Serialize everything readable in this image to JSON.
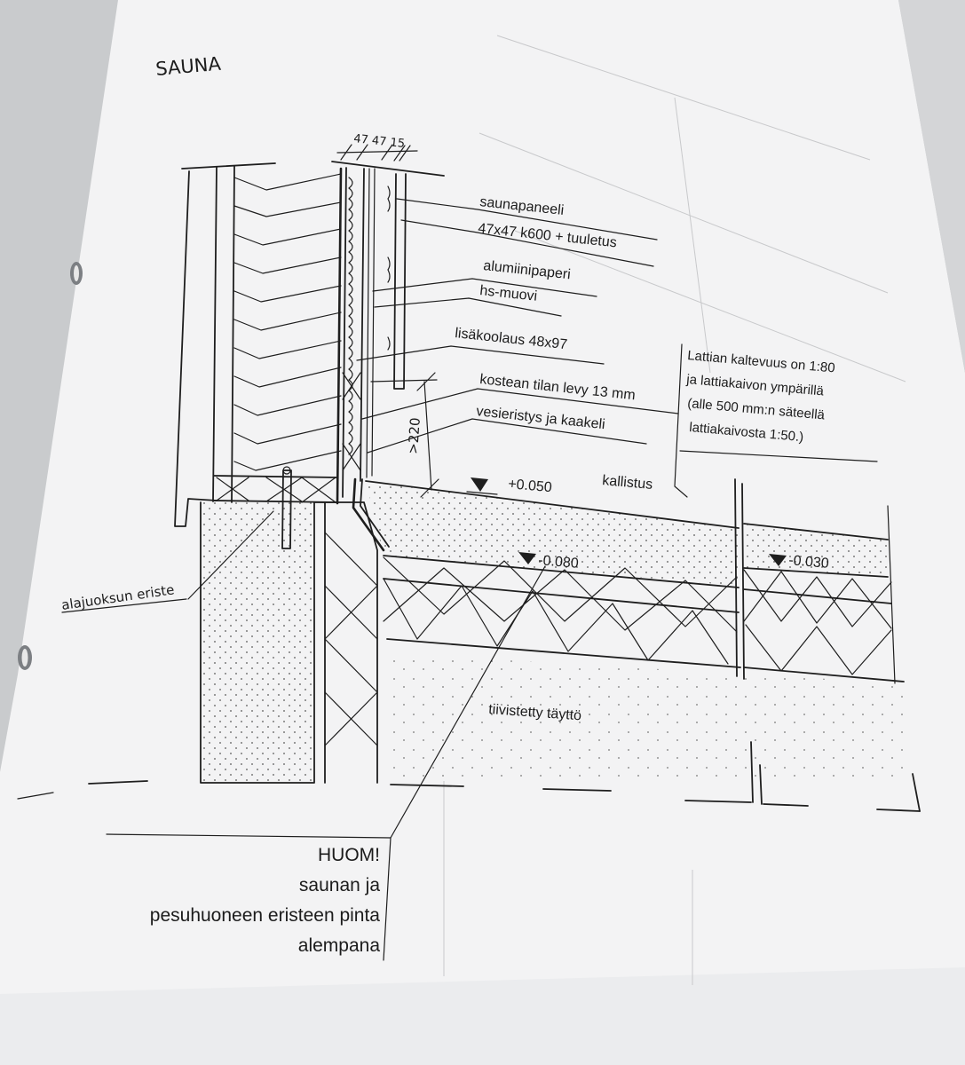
{
  "drawing": {
    "title": "SAUNA",
    "dimension": "47 47 15",
    "layers": [
      "saunapaneeli",
      "47x47 k600 + tuuletus",
      "alumiinipaperi",
      "hs-muovi",
      "lisäkoolaus 48x97",
      "kostean tilan levy 13 mm",
      "vesieristys ja kaakeli"
    ],
    "height_dim": ">220",
    "sill_insulation": "alajuoksun eriste",
    "slope_note": [
      "Lattian kaltevuus on 1:80",
      "ja lattiakaivon ympärillä",
      "(alle 500 mm:n säteellä",
      "lattiakaivosta 1:50.)"
    ],
    "slope_label": "kallistus",
    "levels": [
      "+0.050",
      "-0.080",
      "-0.030"
    ],
    "fill_label": "tiivistetty täyttö",
    "note": [
      "HUOM!",
      "saunan ja",
      "pesuhuoneen eristeen pinta",
      "alempana"
    ]
  }
}
